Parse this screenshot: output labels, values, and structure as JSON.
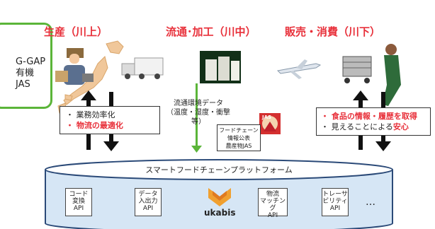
{
  "certifications": [
    "G-GAP",
    "有機",
    "JAS"
  ],
  "stages": {
    "production": "生産（川上）",
    "distribution": "流通･加工（川中）",
    "sales": "販売・消費（川下）"
  },
  "left_box": {
    "item1": "業務効率化",
    "item2": "物流の最適化"
  },
  "right_box": {
    "item1": "食品の情報・履歴を取得",
    "item2_a": "見えることによる",
    "item2_b": "安心"
  },
  "middle_note": {
    "line1": "流通環境データ",
    "line2": "（温度・湿度・衝撃等）"
  },
  "jas_card": {
    "line1": "フードチェーン",
    "line2": "情報公表",
    "line3": "農産物JAS",
    "logo_text": "JAS"
  },
  "platform": {
    "title": "スマートフードチェーンプラットフォーム",
    "apis": [
      {
        "line1": "コード",
        "line2": "変換",
        "line3": "API"
      },
      {
        "line1": "データ",
        "line2": "入出力",
        "line3": "API"
      },
      {
        "line1": "物流",
        "line2": "マッチング",
        "line3": "API"
      },
      {
        "line1": "トレーサ",
        "line2": "ビリティ",
        "line3": "API"
      }
    ],
    "ellipsis": "…",
    "logo_text": "ukabis"
  },
  "colors": {
    "accent_red": "#e8303a",
    "green": "#5bb539",
    "platform_fill": "#d6e6f5",
    "logo_orange": "#f0a030"
  }
}
